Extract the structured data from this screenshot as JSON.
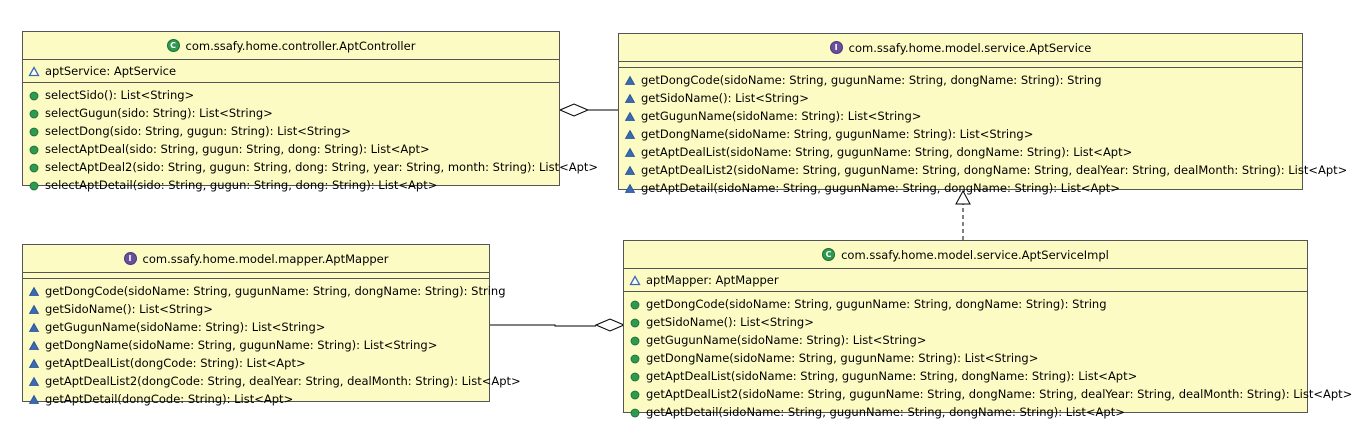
{
  "diagram": {
    "controller": {
      "kind": "C",
      "name": "com.ssafy.home.controller.AptController",
      "fields": [
        "aptService: AptService"
      ],
      "methods": [
        "selectSido(): List<String>",
        "selectGugun(sido: String): List<String>",
        "selectDong(sido: String, gugun: String): List<String>",
        "selectAptDeal(sido: String, gugun: String, dong: String): List<Apt>",
        "selectAptDeal2(sido: String, gugun: String, dong: String, year: String, month: String): List<Apt>",
        "selectAptDetail(sido: String, gugun: String, dong: String): List<Apt>"
      ]
    },
    "service": {
      "kind": "I",
      "name": "com.ssafy.home.model.service.AptService",
      "methods": [
        "getDongCode(sidoName: String, gugunName: String, dongName: String): String",
        "getSidoName(): List<String>",
        "getGugunName(sidoName: String): List<String>",
        "getDongName(sidoName: String, gugunName: String): List<String>",
        "getAptDealList(sidoName: String, gugunName: String, dongName: String): List<Apt>",
        "getAptDealList2(sidoName: String, gugunName: String, dongName: String, dealYear: String, dealMonth: String): List<Apt>",
        "getAptDetail(sidoName: String, gugunName: String, dongName: String): List<Apt>"
      ]
    },
    "mapper": {
      "kind": "I",
      "name": "com.ssafy.home.model.mapper.AptMapper",
      "methods": [
        "getDongCode(sidoName: String, gugunName: String, dongName: String): String",
        "getSidoName(): List<String>",
        "getGugunName(sidoName: String): List<String>",
        "getDongName(sidoName: String, gugunName: String): List<String>",
        "getAptDealList(dongCode: String): List<Apt>",
        "getAptDealList2(dongCode: String, dealYear: String, dealMonth: String): List<Apt>",
        "getAptDetail(dongCode: String): List<Apt>"
      ]
    },
    "serviceImpl": {
      "kind": "C",
      "name": "com.ssafy.home.model.service.AptServiceImpl",
      "fields": [
        "aptMapper: AptMapper"
      ],
      "methods": [
        "getDongCode(sidoName: String, gugunName: String, dongName: String): String",
        "getSidoName(): List<String>",
        "getGugunName(sidoName: String): List<String>",
        "getDongName(sidoName: String, gugunName: String): List<String>",
        "getAptDealList(sidoName: String, gugunName: String, dongName: String): List<Apt>",
        "getAptDealList2(sidoName: String, gugunName: String, dongName: String, dealYear: String, dealMonth: String): List<Apt>",
        "getAptDetail(sidoName: String, gugunName: String, dongName: String): List<Apt>"
      ]
    },
    "colors": {
      "class_fill": "#fdfbc4",
      "public_method_icon": "#2e9a4f",
      "package_icon": "#3a6ab5",
      "class_badge": "#2e9a4f",
      "interface_badge": "#6b4f9e"
    }
  }
}
